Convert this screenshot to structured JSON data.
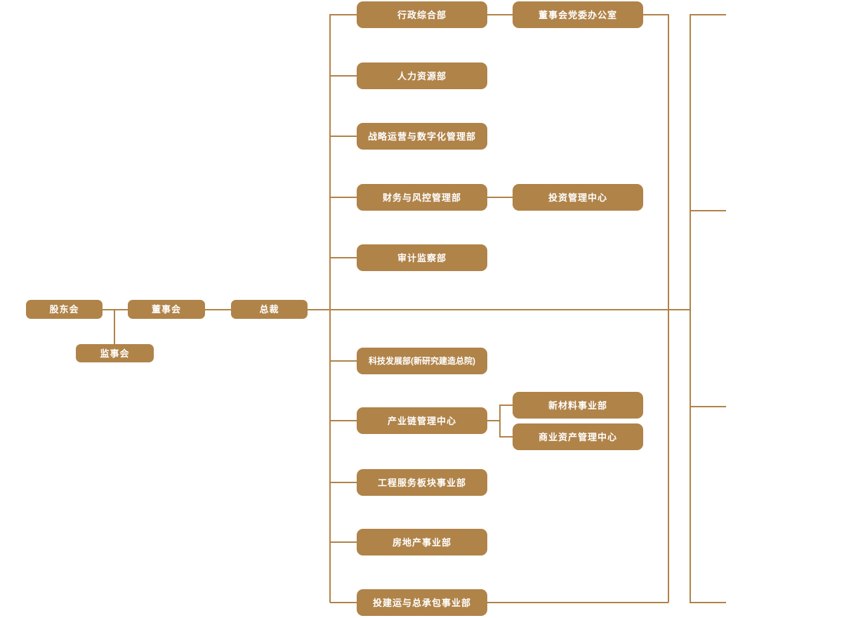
{
  "colors": {
    "box_fill": "#b08349",
    "line_color": "#b08349",
    "text_color": "#ffffff"
  },
  "governance": {
    "shareholders": {
      "label": "股东会"
    },
    "board": {
      "label": "董事会"
    },
    "president": {
      "label": "总裁"
    },
    "supervisory": {
      "label": "监事会"
    }
  },
  "departments": [
    {
      "label": "行政综合部",
      "children": [
        {
          "label": "董事会党委办公室"
        }
      ]
    },
    {
      "label": "人力资源部"
    },
    {
      "label": "战略运营与数字化管理部"
    },
    {
      "label": "财务与风控管理部",
      "children": [
        {
          "label": "投资管理中心"
        }
      ]
    },
    {
      "label": "审计监察部"
    },
    {
      "label": "科技发展部(新研究建造总院)"
    },
    {
      "label": "产业链管理中心",
      "children": [
        {
          "label": "新材料事业部"
        },
        {
          "label": "商业资产管理中心"
        }
      ]
    },
    {
      "label": "工程服务板块事业部"
    },
    {
      "label": "房地产事业部"
    },
    {
      "label": "投建运与总承包事业部"
    }
  ]
}
